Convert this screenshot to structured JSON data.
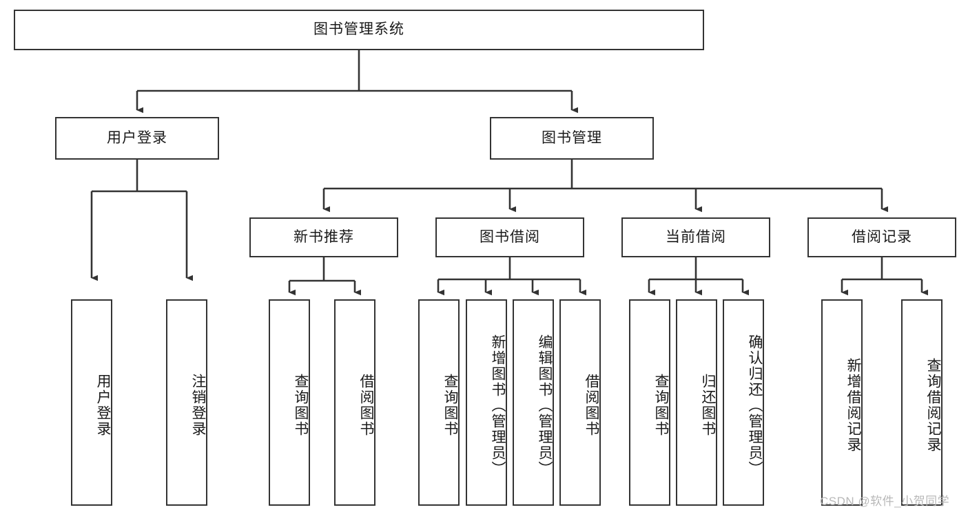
{
  "diagram": {
    "type": "hierarchy-tree",
    "title": "图书管理系统",
    "watermark": "CSDN @软件_小贺同学",
    "colors": {
      "border": "#333333",
      "background": "#ffffff",
      "text": "#1a1a1a",
      "watermark": "#b8b8b8"
    },
    "nodes": {
      "root": "图书管理系统",
      "level2": {
        "user_login": "用户登录",
        "book_manage": "图书管理"
      },
      "level3": {
        "new_book_rec": "新书推荐",
        "book_borrow": "图书借阅",
        "current_borrow": "当前借阅",
        "borrow_record": "借阅记录"
      },
      "leaves": {
        "user_login_1": "用户登录",
        "user_login_2": "注销登录",
        "new_book_rec_1": "查询图书",
        "new_book_rec_2": "借阅图书",
        "book_borrow_1": "查询图书",
        "book_borrow_2": "新增图书（管理员）",
        "book_borrow_3": "编辑图书（管理员）",
        "book_borrow_4": "借阅图书",
        "current_borrow_1": "查询图书",
        "current_borrow_2": "归还图书",
        "current_borrow_3": "确认归还（管理员）",
        "borrow_record_1": "新增借阅记录",
        "borrow_record_2": "查询借阅记录"
      }
    },
    "edges": [
      {
        "from": "root",
        "to": "user_login"
      },
      {
        "from": "root",
        "to": "book_manage"
      },
      {
        "from": "user_login",
        "to": "user_login_1"
      },
      {
        "from": "user_login",
        "to": "user_login_2"
      },
      {
        "from": "book_manage",
        "to": "new_book_rec"
      },
      {
        "from": "book_manage",
        "to": "book_borrow"
      },
      {
        "from": "book_manage",
        "to": "current_borrow"
      },
      {
        "from": "book_manage",
        "to": "borrow_record"
      },
      {
        "from": "new_book_rec",
        "to": "new_book_rec_1"
      },
      {
        "from": "new_book_rec",
        "to": "new_book_rec_2"
      },
      {
        "from": "book_borrow",
        "to": "book_borrow_1"
      },
      {
        "from": "book_borrow",
        "to": "book_borrow_2"
      },
      {
        "from": "book_borrow",
        "to": "book_borrow_3"
      },
      {
        "from": "book_borrow",
        "to": "book_borrow_4"
      },
      {
        "from": "current_borrow",
        "to": "current_borrow_1"
      },
      {
        "from": "current_borrow",
        "to": "current_borrow_2"
      },
      {
        "from": "current_borrow",
        "to": "current_borrow_3"
      },
      {
        "from": "borrow_record",
        "to": "borrow_record_1"
      },
      {
        "from": "borrow_record",
        "to": "borrow_record_2"
      }
    ]
  }
}
